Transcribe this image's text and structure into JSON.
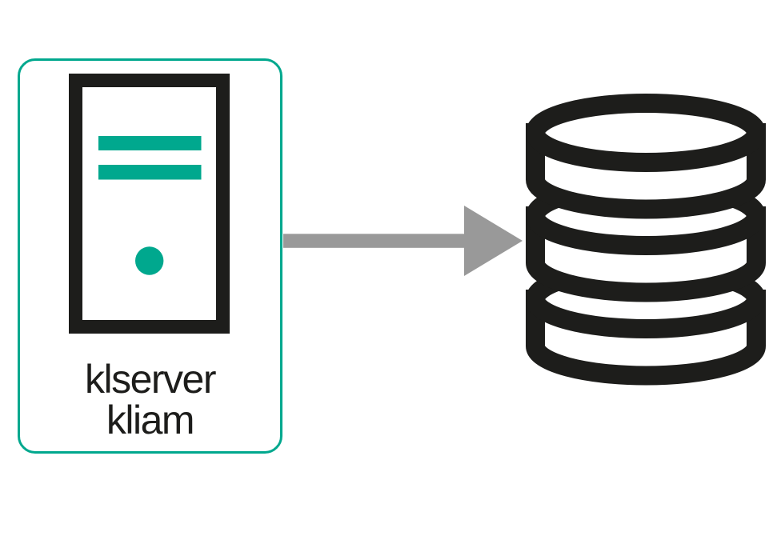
{
  "diagram": {
    "node": {
      "icon": "server-tower-icon",
      "label_line1": "klserver",
      "label_line2": "kliam"
    },
    "connector": {
      "type": "arrow",
      "direction": "right",
      "from": "klserver kliam",
      "to": "database"
    },
    "target": {
      "icon": "database-icon"
    }
  },
  "colors": {
    "accent-teal": "#00a88e",
    "icon-black": "#1d1d1b",
    "arrow-gray": "#999999",
    "bg": "#ffffff"
  }
}
